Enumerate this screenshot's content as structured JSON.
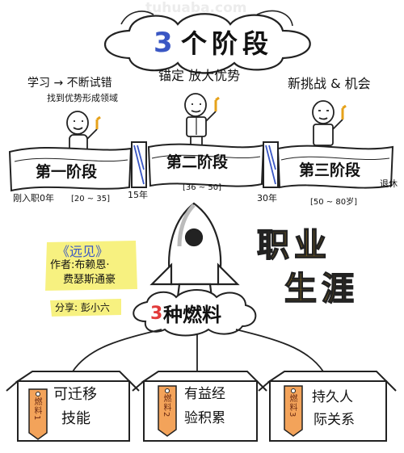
{
  "watermark": "tuhuaba.com",
  "title": {
    "number": "3",
    "text": "个阶段"
  },
  "top_labels": {
    "left_line1": "学习 → 不断试错",
    "left_line2": "找到优势形成领域",
    "middle": "锚定 放大优势",
    "right": "新挑战 & 机会"
  },
  "stages": [
    {
      "label": "第一阶段",
      "range": "[20 ~ 35]"
    },
    {
      "label": "第二阶段",
      "range": "[36 ~ 50]"
    },
    {
      "label": "第三阶段",
      "range": "[50 ~ 80岁]"
    }
  ],
  "stage_marks": {
    "start": "刚入职0年",
    "m1": "15年",
    "m2": "30年",
    "end": "退休"
  },
  "book": {
    "title": "《远见》",
    "author_line1": "作者:布赖恩·",
    "author_line2": "费瑟斯通豪"
  },
  "sharer": "分享: 彭小六",
  "career_title_1": "职业",
  "career_title_2": "生涯",
  "fuel": {
    "number": "3",
    "text": "种燃料"
  },
  "boxes": [
    {
      "tag": "燃料1",
      "line1": "可迁移",
      "line2": "技能"
    },
    {
      "tag": "燃料2",
      "line1": "有益经",
      "line2": "验积累"
    },
    {
      "tag": "燃料3",
      "line1": "持久人",
      "line2": "际关系"
    }
  ],
  "colors": {
    "accent_blue": "#3a57c4",
    "title_orange": "#f2b31d",
    "book_yellow": "#f6ee6a",
    "tag_orange": "#f3a35a",
    "fuel_red": "#e23a3a"
  }
}
